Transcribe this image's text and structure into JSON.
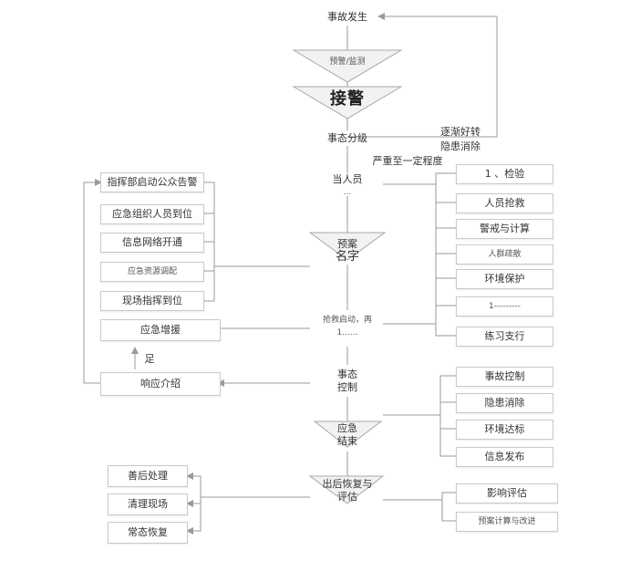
{
  "center": {
    "incident": "事故发生",
    "pre_alarm": "预警/监测",
    "alarm": "接警",
    "judge": "事态分级",
    "personnel": "当人员",
    "personnel_sub": "...",
    "plan_line1": "预案",
    "plan_line2": "名字",
    "rescue_line1": "抢救启动，再",
    "rescue_line2": "1......",
    "control_line1": "事态",
    "control_line2": "控制",
    "end_line1": "应急",
    "end_line2": "结束",
    "recover_line1": "出后恢复与",
    "recover_line2": "评估"
  },
  "labels": {
    "feedback": "逐渐好转",
    "hazard_cleared": "隐患消除",
    "severe": "严重至一定程度"
  },
  "left_column": [
    "指挥部启动公众告警",
    "应急组织人员到位",
    "信息网络开通",
    "应急资源调配",
    "现场指挥到位"
  ],
  "left_lower": {
    "escalate": "应急增援",
    "insufficient": "足",
    "response": "响应介绍"
  },
  "left_recovery": [
    "善后处理",
    "清理现场",
    "常态恢复"
  ],
  "right_column": [
    "1 、检验",
    "人员抢救",
    "警戒与计算",
    "人群疏散",
    "环境保护",
    "1---------",
    "练习支行"
  ],
  "right_middle": [
    "事故控制",
    "隐患消除",
    "环境达标",
    "信息发布"
  ],
  "right_lower": [
    "影响评估",
    "预案计算与改进"
  ]
}
